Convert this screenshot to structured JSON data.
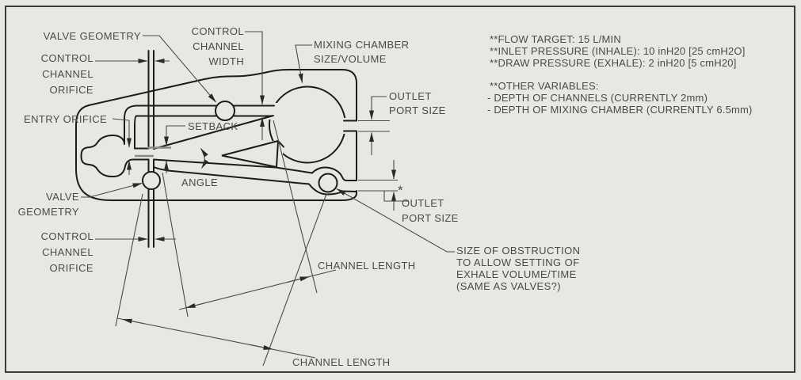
{
  "drawing_type": "annotated CAD schematic of a fluidic valve / mixing-chamber device",
  "colors": {
    "background": "#e9e7e1",
    "geometry_line": "#1c1c1a",
    "annotation_line": "#4a4a46",
    "frame": "#3c3c3a",
    "ghost_line": "#8a8a86"
  },
  "labels": {
    "valve_geometry_top": "VALVE GEOMETRY",
    "control_channel_orifice_top": "CONTROL\nCHANNEL\nORIFICE",
    "control_channel_width": "CONTROL\nCHANNEL\nWIDTH",
    "mixing_chamber": "MIXING CHAMBER\nSIZE/VOLUME",
    "entry_orifice": "ENTRY ORIFICE",
    "setback": "SETBACK",
    "angle": "ANGLE",
    "valve_geometry_bottom": "VALVE\nGEOMETRY",
    "control_channel_orifice_bottom": "CONTROL\nCHANNEL\nORIFICE",
    "outlet_port_size_upper": "OUTLET\nPORT SIZE",
    "outlet_port_size_lower": "OUTLET\nPORT SIZE",
    "outlet_asterisk": "*",
    "channel_length_upper": "CHANNEL LENGTH",
    "channel_length_lower": "CHANNEL LENGTH",
    "size_of_obstruction": "SIZE OF OBSTRUCTION\nTO ALLOW SETTING OF\nEXHALE VOLUME/TIME\n(SAME AS VALVES?)"
  },
  "notes": {
    "flow_target": "**FLOW TARGET: 15 L/MIN",
    "inlet_pressure": "**INLET PRESSURE (INHALE): 10 inH20 [25 cmH2O]",
    "draw_pressure": "**DRAW PRESSURE (EXHALE): 2 inH20 [5 cmH20]",
    "other_variables": "**OTHER VARIABLES:",
    "depth_channels": "- DEPTH OF CHANNELS (CURRENTLY 2mm)",
    "depth_mixing_chamber": "- DEPTH OF MIXING CHAMBER (CURRENTLY 6.5mm)"
  }
}
